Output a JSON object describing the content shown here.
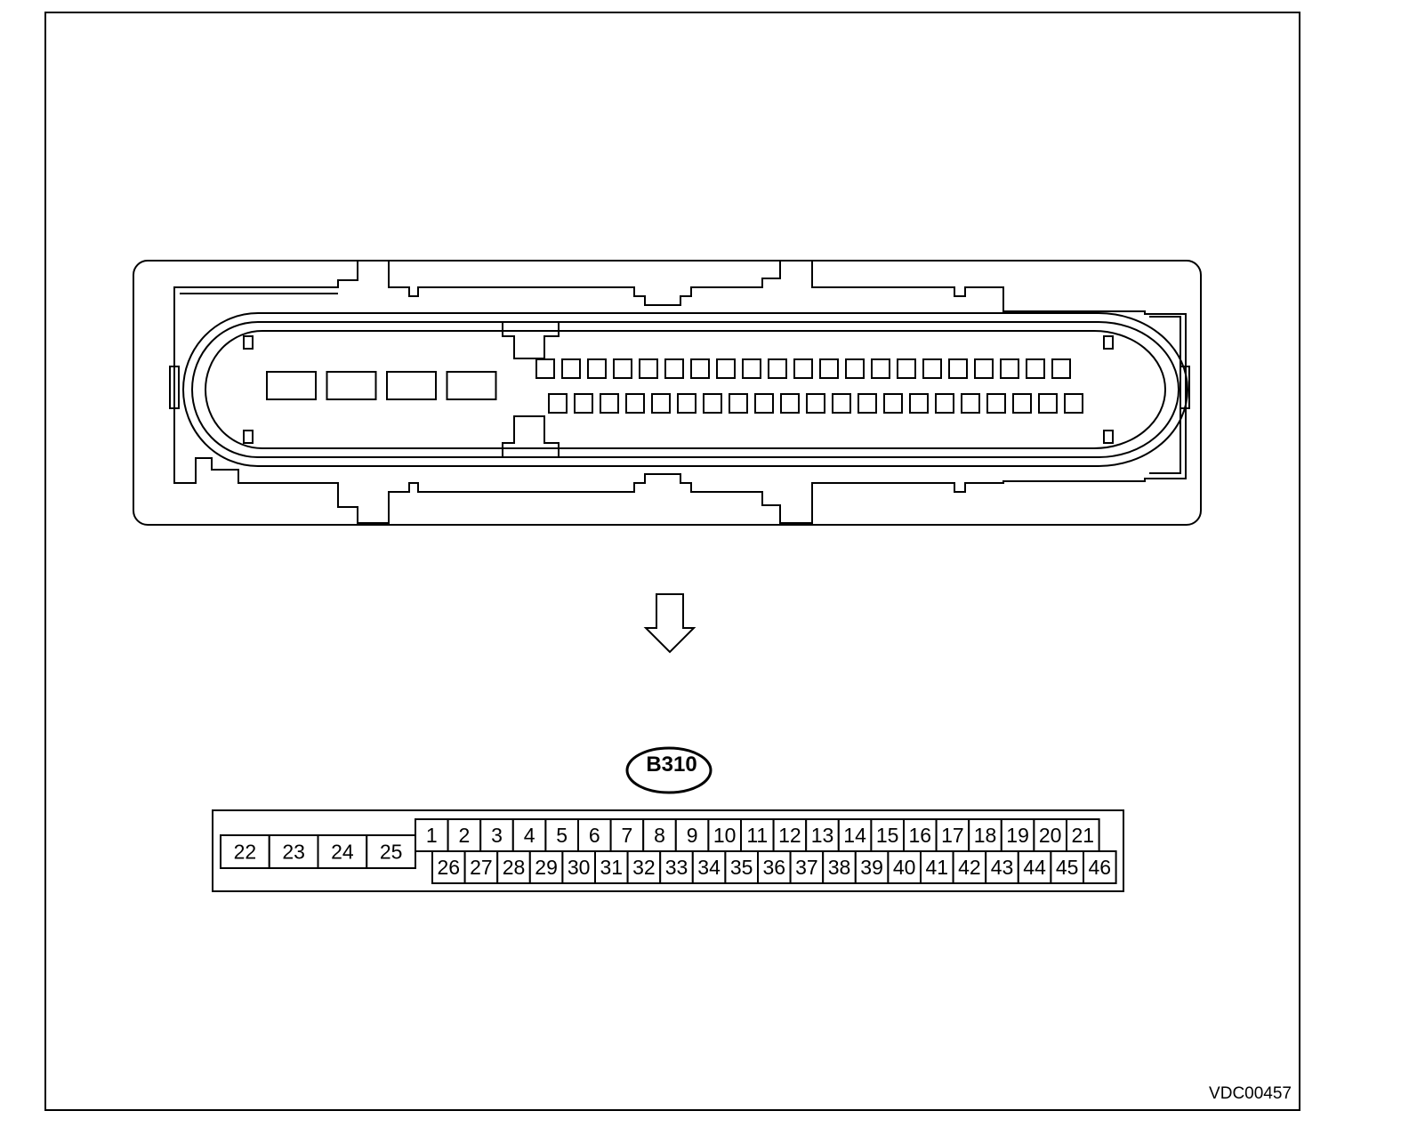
{
  "connector_id": "B310",
  "figure_id": "VDC00457",
  "pin_chart": {
    "wide_pins": [
      "22",
      "23",
      "24",
      "25"
    ],
    "upper_row": [
      "1",
      "2",
      "3",
      "4",
      "5",
      "6",
      "7",
      "8",
      "9",
      "10",
      "11",
      "12",
      "13",
      "14",
      "15",
      "16",
      "17",
      "18",
      "19",
      "20",
      "21"
    ],
    "lower_row": [
      "26",
      "27",
      "28",
      "29",
      "30",
      "31",
      "32",
      "33",
      "34",
      "35",
      "36",
      "37",
      "38",
      "39",
      "40",
      "41",
      "42",
      "43",
      "44",
      "45",
      "46"
    ]
  },
  "face_view": {
    "wide_cavities": 4,
    "upper_cavities": 21,
    "lower_cavities": 21
  }
}
